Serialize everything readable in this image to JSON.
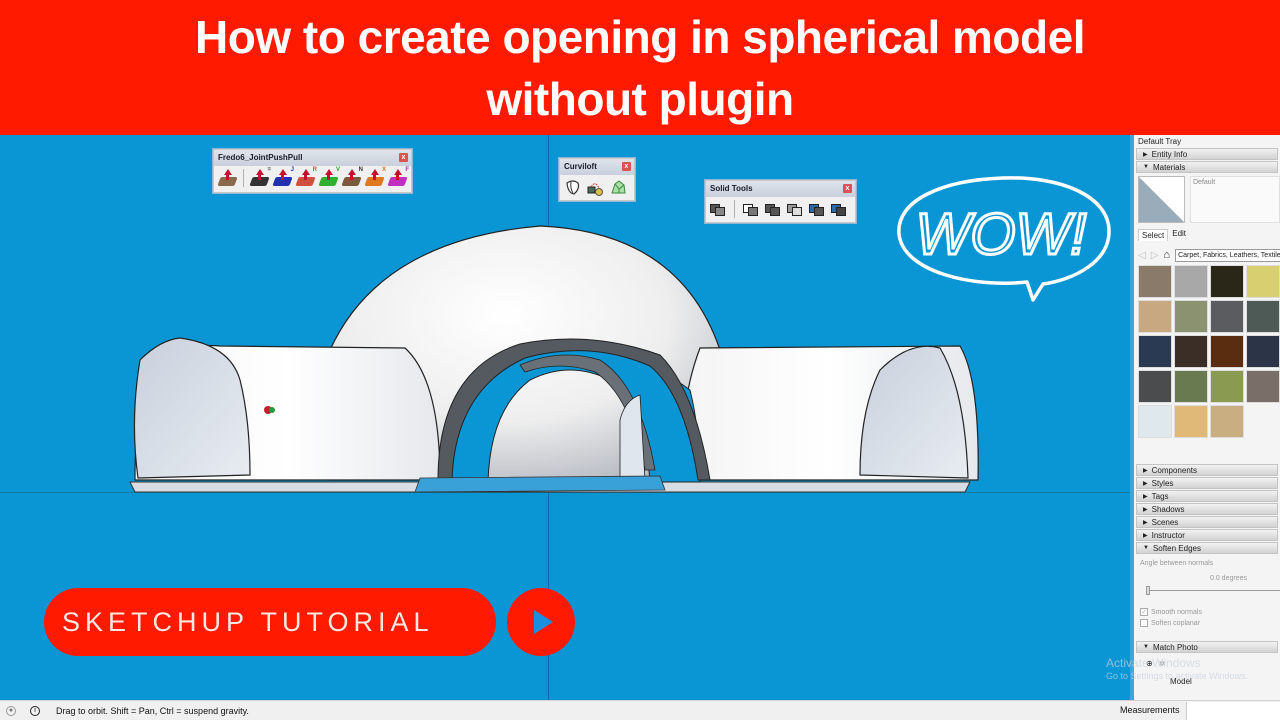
{
  "banner": {
    "line1": "How to create opening in spherical model",
    "line2": "without plugin",
    "bg_color": "#ff1a00"
  },
  "viewport": {
    "bg_color": "#0a96d4"
  },
  "toolbars": {
    "joint_push_pull": {
      "title": "Fredo6_JointPushPull",
      "icons": [
        {
          "name": "push-pull-dropdown-icon",
          "letter": ""
        },
        {
          "name": "joint-push-pull-icon",
          "letter": "="
        },
        {
          "name": "joint-push-pull-j-icon",
          "letter": "J"
        },
        {
          "name": "joint-push-pull-r-icon",
          "letter": "R"
        },
        {
          "name": "joint-push-pull-v-icon",
          "letter": "V"
        },
        {
          "name": "joint-push-pull-n-icon",
          "letter": "N"
        },
        {
          "name": "joint-push-pull-x-icon",
          "letter": "X"
        },
        {
          "name": "joint-push-pull-f-icon",
          "letter": "F"
        }
      ],
      "close": "x"
    },
    "curviloft": {
      "title": "Curviloft",
      "icons": [
        "loft-by-spline-icon",
        "loft-along-path-icon",
        "skin-contours-icon"
      ],
      "close": "x"
    },
    "solid_tools": {
      "title": "Solid Tools",
      "icons": [
        "outer-shell-icon",
        "intersect-icon",
        "union-icon",
        "subtract-icon",
        "trim-icon",
        "split-icon"
      ],
      "close": "x"
    }
  },
  "overlay": {
    "wow_text": "WOW!",
    "tutorial_label": "SKETCHUP TUTORIAL",
    "play_icon": "play-icon"
  },
  "tray": {
    "title": "Default Tray",
    "entity_info": "Entity Info",
    "materials": "Materials",
    "material_name": "Default",
    "tabs": [
      "Select",
      "Edit"
    ],
    "collection": "Carpet, Fabrics, Leathers, Textiles and Wallpaper",
    "swatches": [
      "#8a7a6a",
      "#a8a8a8",
      "#2a2618",
      "#d8d070",
      "#c8a880",
      "#8a9270",
      "#5a5c60",
      "#4e5a56",
      "#2a3a52",
      "#3a2e26",
      "#5a2c10",
      "#2c3448",
      "#4a4c4e",
      "#6a7a50",
      "#8a9a50",
      "#7a6e68",
      "#dfe8ec",
      "#e0b878",
      "#c8ae80"
    ],
    "sections": [
      "Components",
      "Styles",
      "Tags",
      "Shadows",
      "Scenes",
      "Instructor",
      "Soften Edges"
    ],
    "soften": {
      "angle_label": "Angle between normals",
      "angle_value": "0.0  degrees",
      "smooth_normals": "Smooth normals",
      "soften_coplanar": "Soften coplanar"
    },
    "match_photo": "Match Photo",
    "match_photo_model": "Model"
  },
  "watermark": {
    "line1": "Activate Windows",
    "line2": "Go to Settings to activate Windows."
  },
  "status": {
    "message": "Drag to orbit. Shift = Pan, Ctrl = suspend gravity.",
    "measurements_label": "Measurements",
    "measurements_value": ""
  }
}
